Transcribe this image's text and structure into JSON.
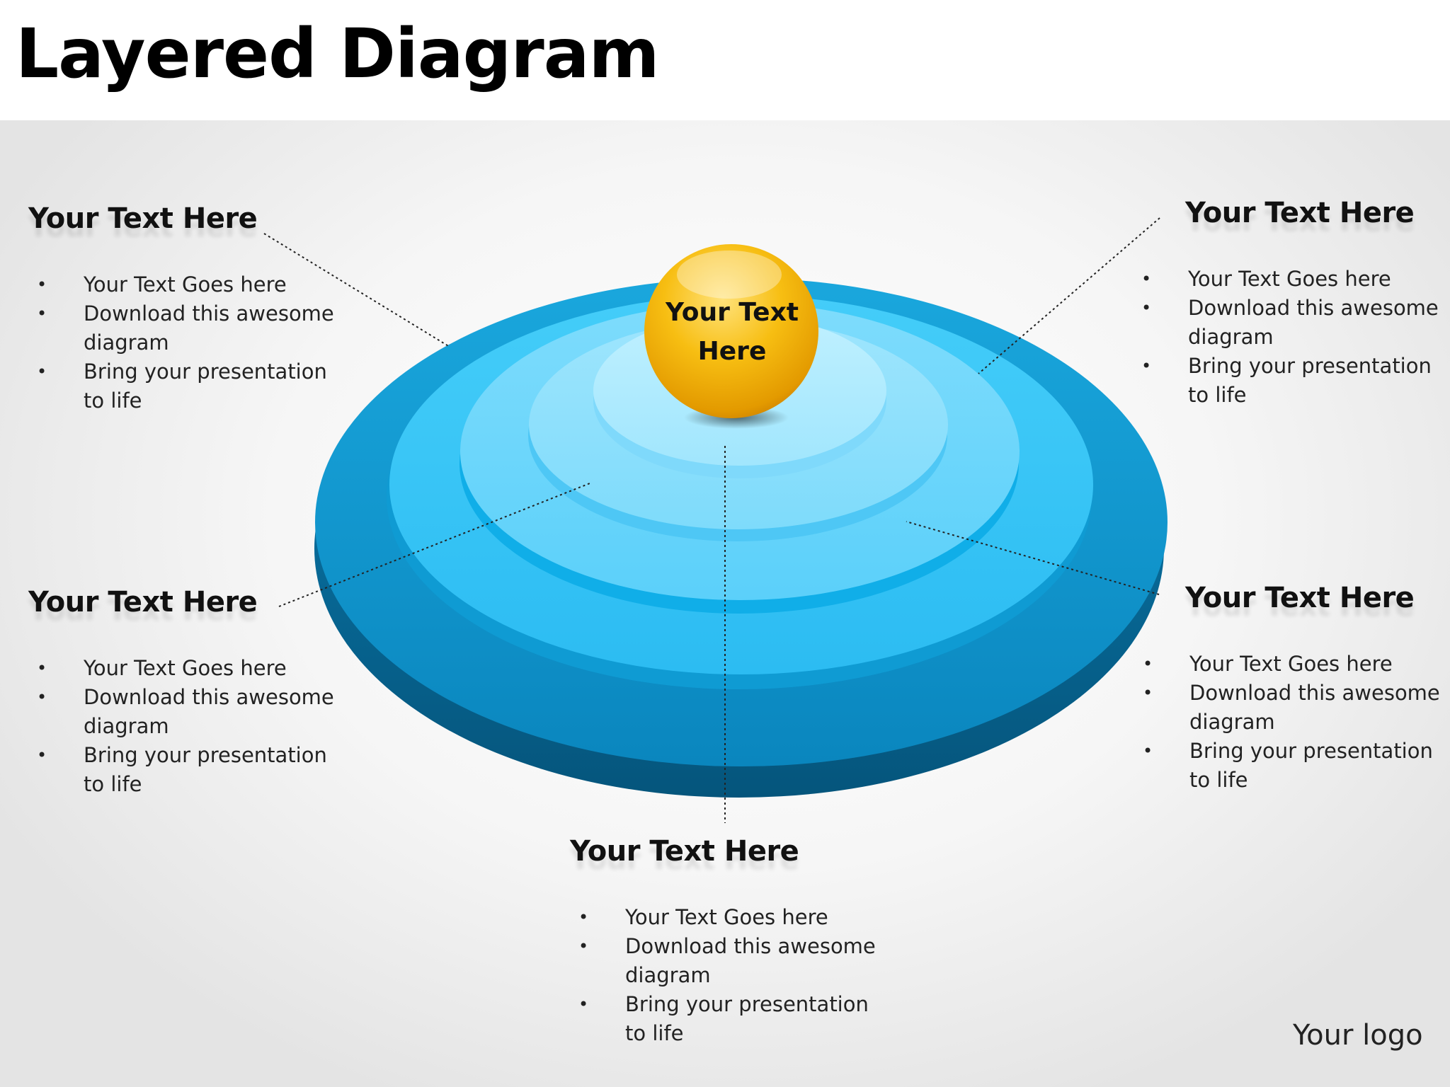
{
  "title": "Layered Diagram",
  "center_label": {
    "line1": "Your Text",
    "line2": "Here"
  },
  "blocks": [
    {
      "heading": "Your Text Here",
      "bullets": [
        "Your Text Goes here",
        "Download this awesome diagram",
        "Bring your presentation to life"
      ]
    },
    {
      "heading": "Your Text Here",
      "bullets": [
        "Your Text Goes here",
        "Download this awesome diagram",
        "Bring your presentation to life"
      ]
    },
    {
      "heading": "Your Text Here",
      "bullets": [
        "Your Text Goes here",
        "Download this awesome diagram",
        "Bring your presentation to life"
      ]
    },
    {
      "heading": "Your Text Here",
      "bullets": [
        "Your Text Goes here",
        "Download this awesome diagram",
        "Bring your presentation to life"
      ]
    },
    {
      "heading": "Your Text Here",
      "bullets": [
        "Your Text Goes here",
        "Download this awesome diagram",
        "Bring your presentation to life"
      ]
    }
  ],
  "logo": "Your logo",
  "colors": {
    "layer_outer": "#0b8cc4",
    "layer_2": "#33c4f6",
    "layer_3": "#6ad6fb",
    "layer_4": "#8de0fc",
    "layer_top": "#aee9fe",
    "sphere": "#f5b400",
    "heading_text": "#111111"
  }
}
